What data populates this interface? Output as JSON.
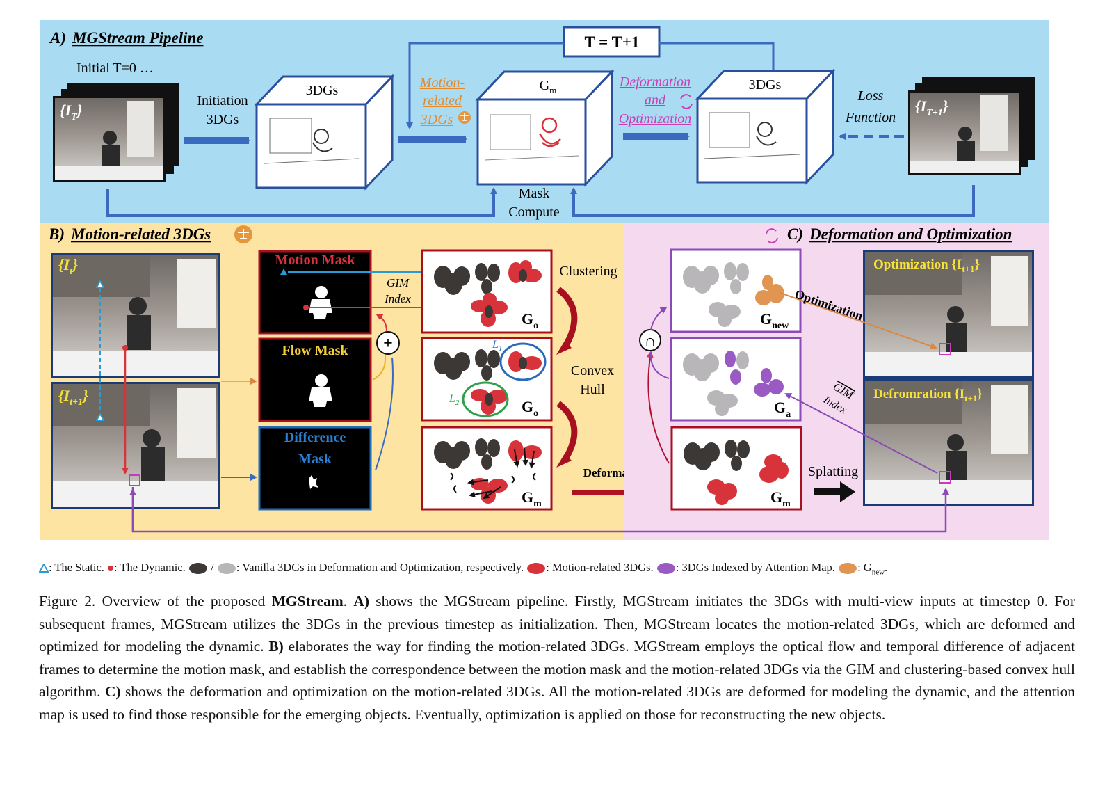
{
  "panelA": {
    "title_letter": "A)",
    "title": "MGStream Pipeline",
    "initial": "Initial T=0 …",
    "frames_label": "{I",
    "frames_sub": "T",
    "frames_close": "}",
    "initiation": [
      "Initiation",
      "3DGs"
    ],
    "cube1": "3DGs",
    "motion_related": [
      "Motion-",
      "related",
      "3DGs"
    ],
    "cube2_main": "G",
    "cube2_sub": "m",
    "t_update": "T = T+1",
    "deformation": [
      "Deformation",
      "and",
      "Optimization"
    ],
    "cube3": "3DGs",
    "loss": [
      "Loss",
      "Function"
    ],
    "next_frames_label": "{I",
    "next_frames_sub": "T+1",
    "next_frames_close": "}",
    "mask_compute": [
      "Mask",
      "Compute"
    ]
  },
  "panelB": {
    "title_letter": "B)",
    "title": "Motion-related 3DGs",
    "frame_t_label": "{I",
    "frame_t_sub": "t",
    "frame_t_close": "}",
    "frame_t1_label": "{I",
    "frame_t1_sub": "t+1",
    "frame_t1_close": "}",
    "motion_mask": "Motion Mask",
    "flow_mask": "Flow Mask",
    "difference_mask": [
      "Difference",
      "Mask"
    ],
    "gim_index": [
      "GIM",
      "Index"
    ],
    "plus": "+",
    "clustering": "Clustering",
    "convex_hull": [
      "Convex",
      "Hull"
    ],
    "deformation": "Deformation",
    "L1": "L",
    "L1_sub": "1",
    "L2": "L",
    "L2_sub": "2",
    "G0_main": "G",
    "G0_sub": "o",
    "Gm_main": "G",
    "Gm_sub": "m"
  },
  "panelC": {
    "title_letter": "C)",
    "title": "Deformation and Optimization",
    "optimization_label": "Optimization",
    "optimization_frame": "Optimization {I",
    "optimization_sub": "t+1",
    "deformation_frame": "Defromration {I",
    "deformation_sub": "t+1",
    "splatting": "Splatting",
    "gim_index_bar": [
      "GIM",
      "Index"
    ],
    "cap": "∩",
    "Gnew_main": "G",
    "Gnew_sub": "new",
    "Ga_main": "G",
    "Ga_sub": "a",
    "Gm_main": "G",
    "Gm_sub": "m"
  },
  "legend": {
    "static": ": The Static.",
    "dynamic": ": The Dynamic.",
    "slash": "/",
    "vanilla": ": Vanilla 3DGs in Deformation and Optimization, respectively.",
    "motion": ": Motion-related 3DGs.",
    "indexed": ": 3DGs Indexed by Attention Map.",
    "gnew_prefix": ": G",
    "gnew_sub": "new",
    "gnew_suffix": "."
  },
  "caption": {
    "p1": "Figure 2. Overview of the proposed ",
    "b1": "MGStream",
    "p2": ". ",
    "b2": "A)",
    "p3": " shows the MGStream pipeline. Firstly, MGStream initiates the 3DGs with multi-view inputs at timestep 0. For subsequent frames, MGStream utilizes the 3DGs in the previous timestep as initialization. Then, MGStream locates the motion-related 3DGs, which are deformed and optimized for modeling the dynamic. ",
    "b3": "B)",
    "p4": " elaborates the way for finding the motion-related 3DGs. MGStream employs the optical flow and temporal difference of adjacent frames to determine the motion mask, and establish the correspondence between the motion mask and the motion-related 3DGs via the GIM and clustering-based convex hull algorithm. ",
    "b4": "C)",
    "p5": " shows the deformation and optimization on the motion-related 3DGs. All the motion-related 3DGs are deformed for modeling the dynamic, and the attention map is used to find those responsible for the emerging objects. Eventually, optimization is applied on those for reconstructing the new objects."
  },
  "colors": {
    "panelA_bg": "#a9dcf3",
    "panelB_bg": "#fde4a2",
    "panelC_bg": "#f4d9ef",
    "blue_arrow": "#3b6bbf",
    "orange_text": "#e08a2a",
    "magenta_text": "#c83fb5",
    "dark_red": "#a81020",
    "motion_red": "#d8323a",
    "vanilla_dark": "#3c3836",
    "vanilla_light": "#b8b6b8",
    "indexed_purple": "#9a5ac4",
    "gnew_orange": "#e09552",
    "yellow_text": "#f5e23a"
  }
}
